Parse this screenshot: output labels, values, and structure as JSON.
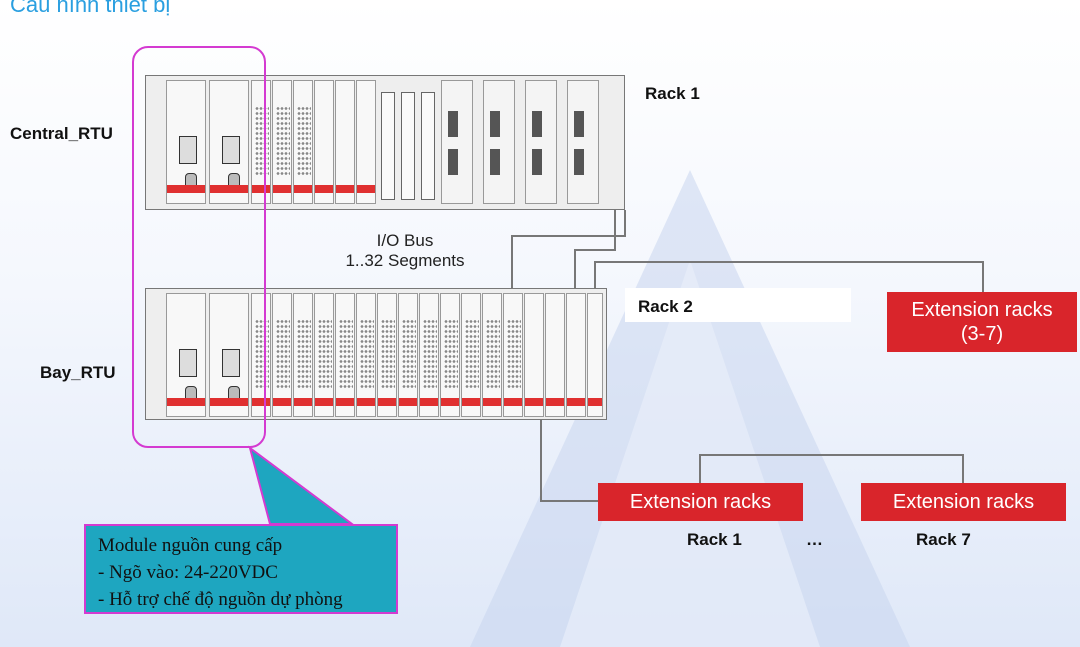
{
  "title": "Cấu hình thiết bị",
  "labels": {
    "central_rtu": "Central_RTU",
    "bay_rtu": "Bay_RTU",
    "rack1": "Rack 1",
    "rack2": "Rack 2",
    "io_bus_line1": "I/O Bus",
    "io_bus_line2": "1..32 Segments",
    "ext_bottom_rack1": "Rack 1",
    "ext_bottom_ellipsis": "…",
    "ext_bottom_rack7": "Rack 7"
  },
  "extension_boxes": {
    "upper_line1": "Extension racks",
    "upper_line2": "(3-7)",
    "lower_left": "Extension racks",
    "lower_right": "Extension racks"
  },
  "callout": {
    "line1": "Module nguồn cung cấp",
    "line2": "- Ngõ vào: 24-220VDC",
    "line3": "- Hỗ trợ chế độ nguồn dự phòng"
  },
  "colors": {
    "title": "#2a9fe0",
    "highlight": "#d43ad1",
    "callout_fill": "#1ea6c0",
    "extension_fill": "#d9252b",
    "led_red": "#e03030"
  }
}
